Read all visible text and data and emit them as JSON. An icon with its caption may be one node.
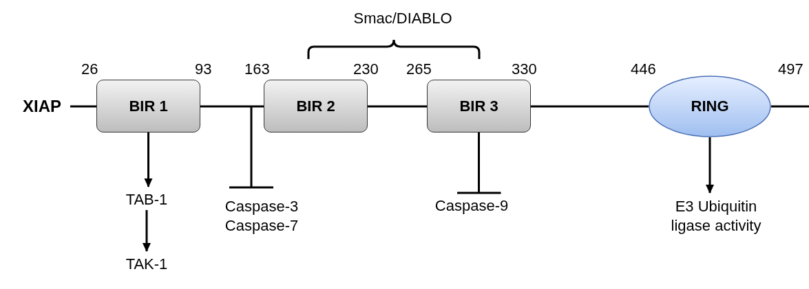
{
  "diagram": {
    "nodes": [
      {
        "text": [
          "XIAP"
        ]
      },
      {
        "text": [
          "BIR 1"
        ],
        "beside": [
          "26",
          "93"
        ]
      },
      {
        "text": [
          "BIR 2"
        ],
        "beside": [
          "163",
          "230"
        ]
      },
      {
        "text": [
          "BIR 3"
        ],
        "beside": [
          "265",
          "330"
        ]
      },
      {
        "text": [
          "RING"
        ],
        "beside": [
          "446",
          "497"
        ]
      },
      {
        "text": [
          "TAB-1"
        ]
      },
      {
        "text": [
          "TAK-1"
        ]
      },
      {
        "text": [
          "Caspase-3",
          "Caspase-7"
        ]
      },
      {
        "text": [
          "Caspase-9"
        ]
      },
      {
        "text": [
          "E3 Ubiquitin ligase activity"
        ]
      }
    ],
    "edges": [
      {
        "from": 0,
        "to": 1,
        "arrow": "none"
      },
      {
        "from": 1,
        "to": 2,
        "arrow": "none"
      },
      {
        "from": 2,
        "to": 3,
        "arrow": "none"
      },
      {
        "from": 3,
        "to": 4,
        "arrow": "none"
      },
      {
        "from": 4,
        "to": null,
        "arrow": "none"
      },
      {
        "from": 1,
        "to": 5,
        "arrow": "to"
      },
      {
        "from": 5,
        "to": 6,
        "arrow": "to"
      },
      {
        "from": null,
        "to": 7,
        "arrow": "other"
      },
      {
        "from": 3,
        "to": 8,
        "arrow": "other"
      },
      {
        "from": 4,
        "to": 9,
        "arrow": "to"
      }
    ],
    "labels": [
      "Smac/DIABLO"
    ]
  }
}
